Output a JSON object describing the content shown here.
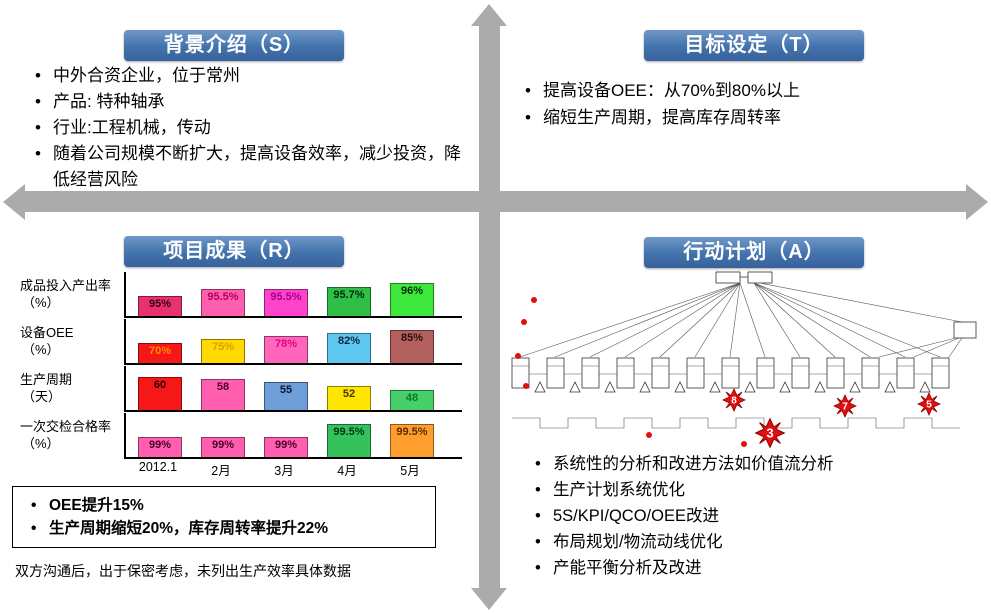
{
  "colors": {
    "accent_blue": "#4273ac",
    "arrow_gray": "#ababab",
    "burst_red": "#e01010"
  },
  "quadrants": {
    "background": {
      "title": "背景介绍（S）",
      "bullets": [
        "中外合资企业，位于常州",
        "产品: 特种轴承",
        "行业:工程机械，传动",
        "随着公司规模不断扩大，提高设备效率，减少投资，降低经营风险"
      ]
    },
    "target": {
      "title": "目标设定（T）",
      "bullets": [
        "提高设备OEE：从70%到80%以上",
        "缩短生产周期，提高库存周转率"
      ]
    },
    "results": {
      "title": "项目成果（R）",
      "summary_bullets": [
        "OEE提升15%",
        "生产周期缩短20%，库存周转率提升22%"
      ],
      "note": "双方沟通后，出于保密考虑，未列出生产效率具体数据"
    },
    "action": {
      "title": "行动计划（A）",
      "bullets": [
        "系统性的分析和改进方法如价值流分析",
        "生产计划系统优化",
        "5S/KPI/QCO/OEE改进",
        "布局规划/物流动线优化",
        "产能平衡分析及改进"
      ],
      "vsm_badges": [
        "8",
        "3",
        "7",
        "5"
      ]
    }
  },
  "chart_data": {
    "type": "bar",
    "title": "项目成果（R）",
    "xlabel": "",
    "ylabel": "",
    "categories": [
      "2012.1",
      "2月",
      "3月",
      "4月",
      "5月"
    ],
    "rows": [
      {
        "label": "成品投入产出率",
        "unit": "（%）",
        "values": [
          95,
          95.5,
          95.5,
          95.7,
          96
        ],
        "value_labels": [
          "95%",
          "95.5%",
          "95.5%",
          "95.7%",
          "96%"
        ],
        "bar_colors": [
          "#e8316e",
          "#ff5fae",
          "#ff44cc",
          "#2fbe46",
          "#3de83d"
        ],
        "label_colors": [
          "#3c0018",
          "#b3005c",
          "#a8008c",
          "#06290c",
          "#06290c"
        ]
      },
      {
        "label": "设备OEE",
        "unit": "（%）",
        "values": [
          70,
          75,
          78,
          82,
          85
        ],
        "value_labels": [
          "70%",
          "75%",
          "78%",
          "82%",
          "85%"
        ],
        "bar_colors": [
          "#f61818",
          "#ffd900",
          "#ff66bb",
          "#5fc8f0",
          "#b4605f"
        ],
        "label_colors": [
          "#ff8c00",
          "#df9d00",
          "#e6007e",
          "#10253f",
          "#241010"
        ]
      },
      {
        "label": "生产周期",
        "unit": "（天）",
        "values": [
          60,
          58,
          55,
          52,
          48
        ],
        "value_labels": [
          "60",
          "58",
          "55",
          "52",
          "48"
        ],
        "bar_colors": [
          "#f61818",
          "#ff5fae",
          "#6f9fd8",
          "#ffe600",
          "#47d06a"
        ],
        "label_colors": [
          "#2b0000",
          "#4a0026",
          "#0a1a33",
          "#3d3600",
          "#0a7a2a"
        ]
      },
      {
        "label": "一次交检合格率",
        "unit": "（%）",
        "values": [
          99,
          99,
          99,
          99.5,
          99.5
        ],
        "value_labels": [
          "99%",
          "99%",
          "99%",
          "99.5%",
          "99.5%"
        ],
        "bar_colors": [
          "#ff5fae",
          "#ff5fae",
          "#ff5fae",
          "#35c15c",
          "#ff9e2c"
        ],
        "label_colors": [
          "#4a0026",
          "#4a0026",
          "#4a0026",
          "#053815",
          "#5a2d00"
        ]
      }
    ]
  }
}
